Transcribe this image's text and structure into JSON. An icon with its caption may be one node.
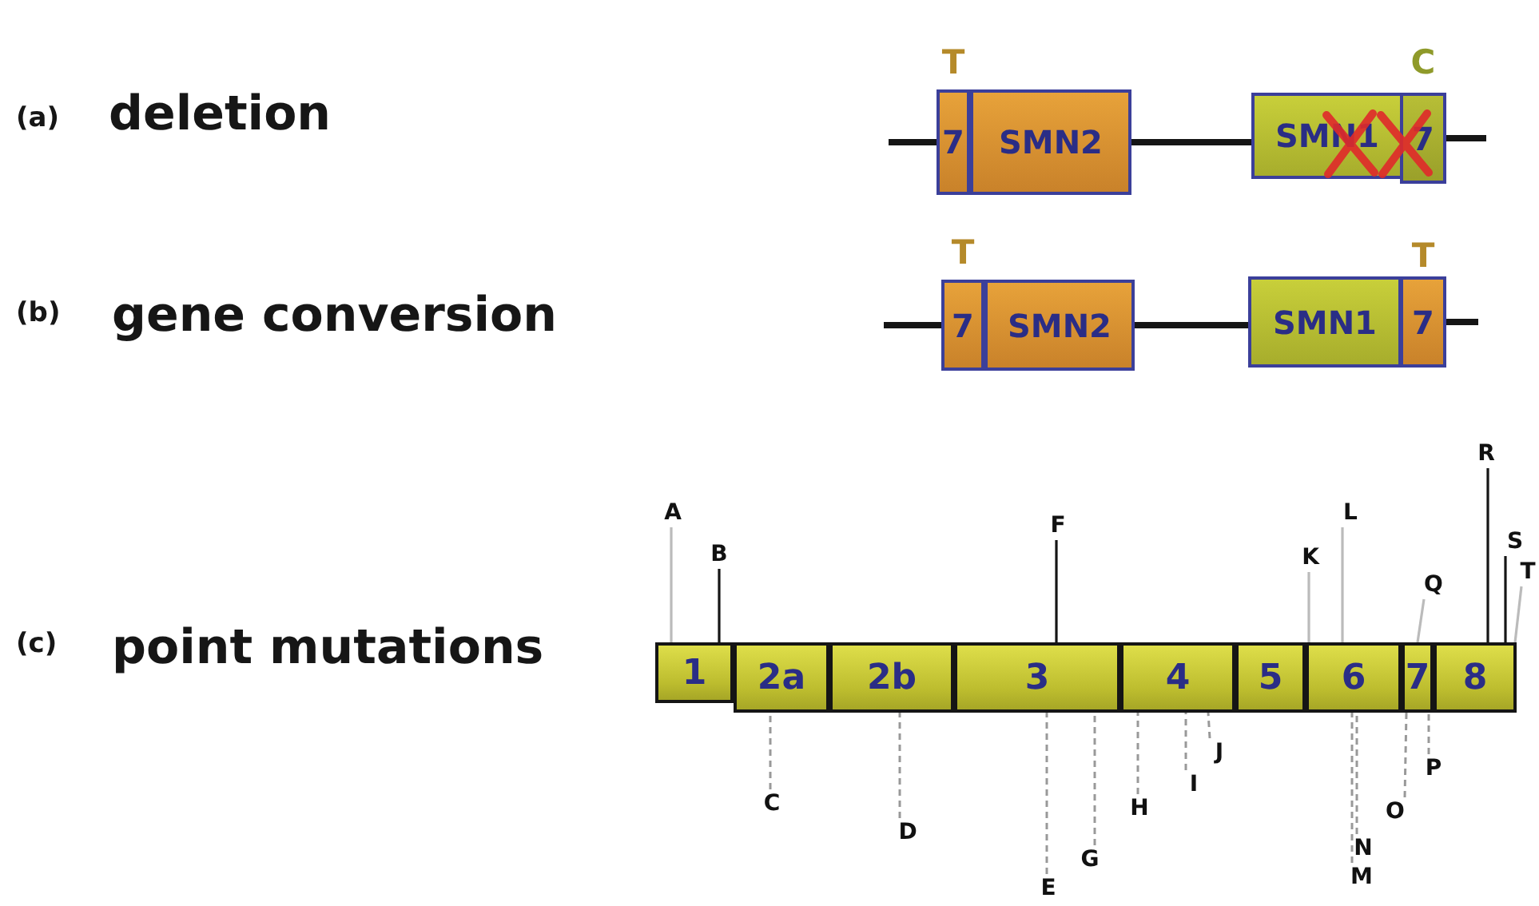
{
  "diagram": {
    "nodes": [
      {
        "text": [
          "7"
        ],
        "beside": [
          "T"
        ]
      },
      {
        "text": [
          "SMN2"
        ]
      },
      {
        "text": [
          "SMN1"
        ]
      },
      {
        "text": [
          "7"
        ],
        "beside": [
          "C"
        ]
      },
      {
        "text": [
          "7"
        ],
        "beside": [
          "T"
        ]
      },
      {
        "text": [
          "SMN2"
        ]
      },
      {
        "text": [
          "SMN1"
        ]
      },
      {
        "text": [
          "7"
        ],
        "beside": [
          "T"
        ]
      },
      {
        "text": [
          "1"
        ]
      },
      {
        "text": [
          "2a"
        ]
      },
      {
        "text": [
          "2b"
        ]
      },
      {
        "text": [
          "3"
        ]
      },
      {
        "text": [
          "4"
        ]
      },
      {
        "text": [
          "5"
        ]
      },
      {
        "text": [
          "6"
        ]
      },
      {
        "text": [
          "7"
        ]
      },
      {
        "text": [
          "8"
        ]
      },
      {
        "text": [
          "A"
        ]
      },
      {
        "text": [
          "B"
        ]
      },
      {
        "text": [
          "C"
        ]
      },
      {
        "text": [
          "D"
        ]
      },
      {
        "text": [
          "E"
        ]
      },
      {
        "text": [
          "F"
        ]
      },
      {
        "text": [
          "G"
        ]
      },
      {
        "text": [
          "H"
        ]
      },
      {
        "text": [
          "I"
        ]
      },
      {
        "text": [
          "J"
        ]
      },
      {
        "text": [
          "K"
        ]
      },
      {
        "text": [
          "L"
        ]
      },
      {
        "text": [
          "M"
        ]
      },
      {
        "text": [
          "N"
        ]
      },
      {
        "text": [
          "O"
        ]
      },
      {
        "text": [
          "P"
        ]
      },
      {
        "text": [
          "Q"
        ]
      },
      {
        "text": [
          "R"
        ]
      },
      {
        "text": [
          "S"
        ]
      },
      {
        "text": [
          "T"
        ]
      }
    ],
    "edges": [
      {
        "from": null,
        "to": 0,
        "arrow": "none",
        "style": "thick",
        "color": "#151515"
      },
      {
        "from": 1,
        "to": 2,
        "arrow": "none",
        "style": "thick",
        "color": "#151515"
      },
      {
        "from": 3,
        "to": null,
        "arrow": "none",
        "style": "thick",
        "color": "#151515"
      },
      {
        "from": null,
        "to": 4,
        "arrow": "none",
        "style": "thick",
        "color": "#151515"
      },
      {
        "from": 5,
        "to": 6,
        "arrow": "none",
        "style": "thick",
        "color": "#151515"
      },
      {
        "from": 7,
        "to": null,
        "arrow": "none",
        "style": "thick",
        "color": "#151515"
      },
      {
        "from": 17,
        "to": 8,
        "arrow": "none",
        "color": "#bbbbbb"
      },
      {
        "from": 18,
        "to": 8,
        "arrow": "none",
        "color": "#151515"
      },
      {
        "from": 19,
        "to": 9,
        "arrow": "none",
        "style": "dashed"
      },
      {
        "from": 20,
        "to": 10,
        "arrow": "none",
        "style": "dashed"
      },
      {
        "from": 21,
        "to": 11,
        "arrow": "none",
        "style": "dashed"
      },
      {
        "from": 22,
        "to": 11,
        "arrow": "none",
        "color": "#151515"
      },
      {
        "from": 23,
        "to": 11,
        "arrow": "none",
        "style": "dashed"
      },
      {
        "from": 24,
        "to": 12,
        "arrow": "none",
        "style": "dashed"
      },
      {
        "from": 25,
        "to": 12,
        "arrow": "none",
        "style": "dashed"
      },
      {
        "from": 26,
        "to": 12,
        "arrow": "none",
        "style": "dashed"
      },
      {
        "from": 27,
        "to": 14,
        "arrow": "none",
        "color": "#bbbbbb"
      },
      {
        "from": 28,
        "to": 14,
        "arrow": "none",
        "color": "#bbbbbb"
      },
      {
        "from": 29,
        "to": 14,
        "arrow": "none",
        "style": "dashed"
      },
      {
        "from": 30,
        "to": 14,
        "arrow": "none",
        "style": "dashed"
      },
      {
        "from": 31,
        "to": 15,
        "arrow": "none",
        "style": "dashed"
      },
      {
        "from": 32,
        "to": 15,
        "arrow": "none",
        "style": "dashed"
      },
      {
        "from": 33,
        "to": 15,
        "arrow": "none",
        "color": "#bbbbbb"
      },
      {
        "from": 34,
        "to": 16,
        "arrow": "none",
        "color": "#151515"
      },
      {
        "from": 35,
        "to": 16,
        "arrow": "none",
        "color": "#151515"
      },
      {
        "from": 36,
        "to": 16,
        "arrow": "none",
        "color": "#bbbbbb"
      }
    ],
    "labels": [
      "(a)",
      "deletion",
      "(b)",
      "gene conversion",
      "(c)",
      "point mutations"
    ]
  }
}
